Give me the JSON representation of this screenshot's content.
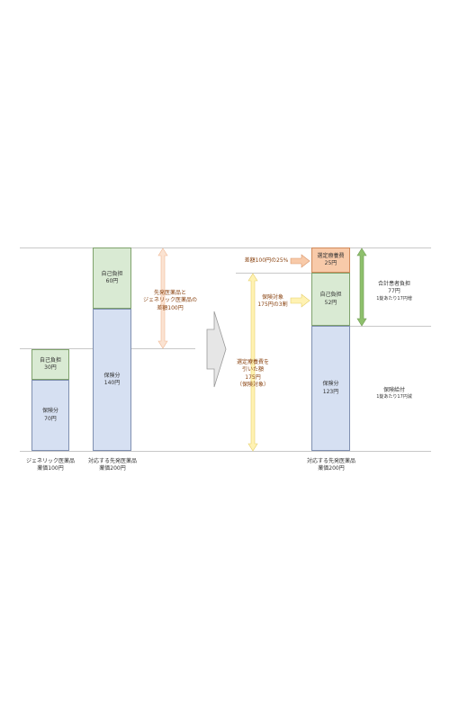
{
  "left": {
    "generic": {
      "self_pay": "自己負担",
      "self_pay_amount": "30円",
      "insurance": "保険分",
      "insurance_amount": "70円",
      "caption_line1": "ジェネリック医薬品",
      "caption_line2": "薬価100円"
    },
    "brand": {
      "self_pay": "自己負担",
      "self_pay_amount": "60円",
      "insurance": "保険分",
      "insurance_amount": "140円",
      "caption_line1": "対応する先発医薬品",
      "caption_line2": "薬価200円"
    },
    "diff_label": {
      "line1": "先発医薬品と",
      "line2": "ジェネリック医薬品の",
      "line3": "差額100円"
    }
  },
  "right": {
    "diff_25": "差額100円の25%",
    "covered": {
      "line1": "保険対象",
      "line2": "175円の3割"
    },
    "excluded": {
      "line1": "選定療養費を",
      "line2": "引いた額",
      "line3": "175円",
      "line4": "（保険対象）"
    },
    "bar": {
      "special": "選定療養費",
      "special_amount": "25円",
      "self_pay": "自己負担",
      "self_pay_amount": "52円",
      "insurance": "保険分",
      "insurance_amount": "123円",
      "caption_line1": "対応する先発医薬品",
      "caption_line2": "薬価200円"
    },
    "total": {
      "line1": "合計患者負担",
      "line2": "77円",
      "line3": "1錠あたり17円増"
    },
    "benefit": {
      "line1": "保険給付",
      "line2": "1錠あたり17円減"
    }
  },
  "colors": {
    "green": "#d9ead3",
    "blue": "#d6e0f2",
    "orange": "#f8caa9",
    "peach_arrow": "#fbe3d2",
    "yellow_arrow": "#fff2b3",
    "green_arrow": "#8ec06c",
    "grey_arrow": "#e6e6e6"
  }
}
